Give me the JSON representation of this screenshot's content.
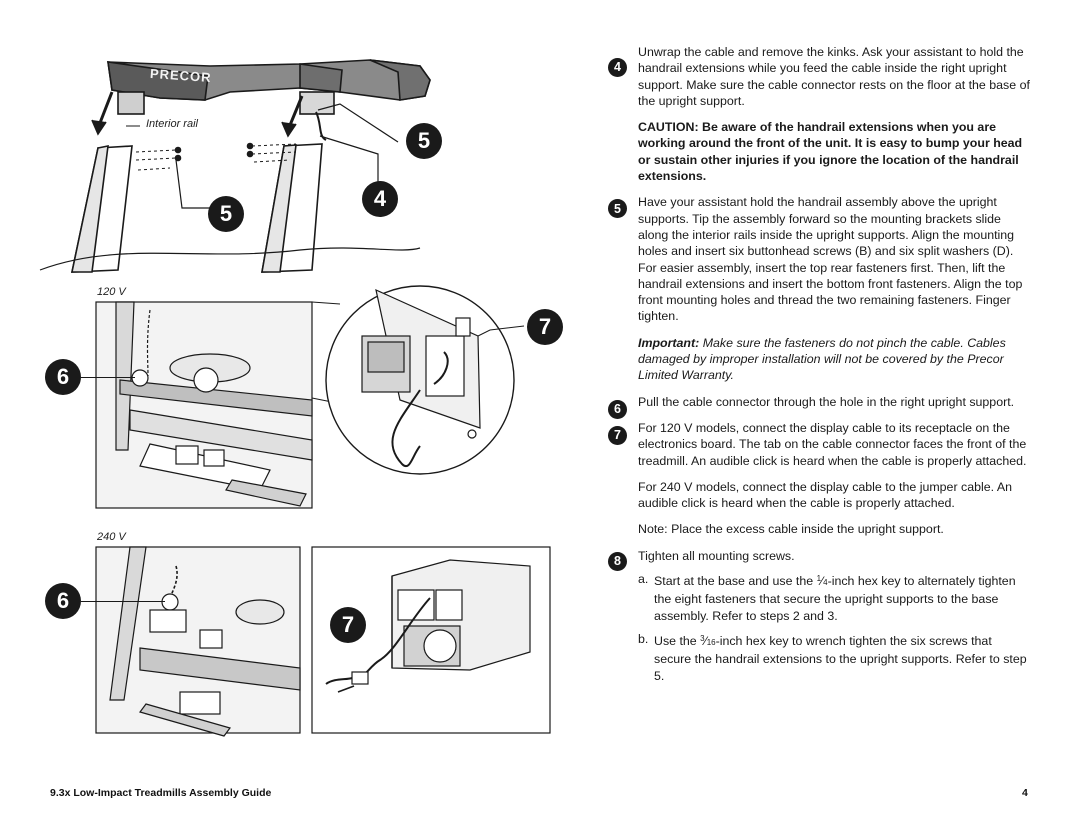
{
  "figures": {
    "interior_rail_label": "Interior rail",
    "brand_logo": "PRECOR",
    "label_120v": "120 V",
    "label_240v": "240 V",
    "callout_top_5a": "5",
    "callout_top_5b": "5",
    "callout_top_4": "4",
    "callout_120_6": "6",
    "callout_120_7": "7",
    "callout_240_6": "6",
    "callout_240_7": "7"
  },
  "steps": {
    "step4_num": "4",
    "step4_text": "Unwrap the cable and remove the kinks. Ask your assistant to hold the handrail extensions while you feed the cable inside the right upright support. Make sure the cable connector rests on the floor at the base of the upright support.",
    "caution_text": "CAUTION: Be aware of the handrail extensions when you are working around the front of the unit. It is easy to bump your head or sustain other injuries if you ignore the location of the handrail extensions.",
    "step5_num": "5",
    "step5_text": "Have your assistant hold the handrail assembly above the upright supports. Tip the assembly forward so the mounting brackets slide along the interior rails inside the upright supports. Align the mounting holes and insert six buttonhead screws (B) and six split washers (D). For easier assembly, insert the top rear fasteners first. Then, lift the handrail extensions and insert the bottom front fasteners. Align the top front mounting holes and thread the two remaining fasteners. Finger tighten.",
    "important_label": "Important:",
    "important_text": " Make sure the fasteners do not pinch the cable. Cables damaged by improper installation will not be covered by the Precor Limited Warranty.",
    "step6_num": "6",
    "step6_text": "Pull the cable connector through the hole in the right upright support.",
    "step7_num": "7",
    "step7_text": "For 120 V models, connect the display cable to its receptacle on the electronics board. The tab on the cable connector faces the front of the treadmill. An audible click is heard when the cable is properly attached.",
    "step7_240_text": "For 240 V models, connect the display cable to the jumper cable. An audible click is heard when the cable is properly attached.",
    "note_label": "Note:",
    "note_text": " Place the excess cable inside the upright support.",
    "step8_num": "8",
    "step8_text": "Tighten all mounting screws.",
    "sub_a_letter": "a.",
    "sub_a_pre": "Start at the base and use the ",
    "sub_a_frac_num": "1",
    "sub_a_frac_den": "4",
    "sub_a_post": "-inch hex key to alternately tighten the eight fasteners that secure the upright supports to the base assembly. Refer to steps 2 and 3.",
    "sub_b_letter": "b.",
    "sub_b_pre": "Use the ",
    "sub_b_frac_num": "3",
    "sub_b_frac_den": "16",
    "sub_b_post": "-inch hex key to wrench tighten the six screws that secure the handrail extensions to the upright supports. Refer to step 5."
  },
  "footer": {
    "title": "9.3x Low-Impact Treadmills Assembly Guide",
    "page": "4"
  }
}
